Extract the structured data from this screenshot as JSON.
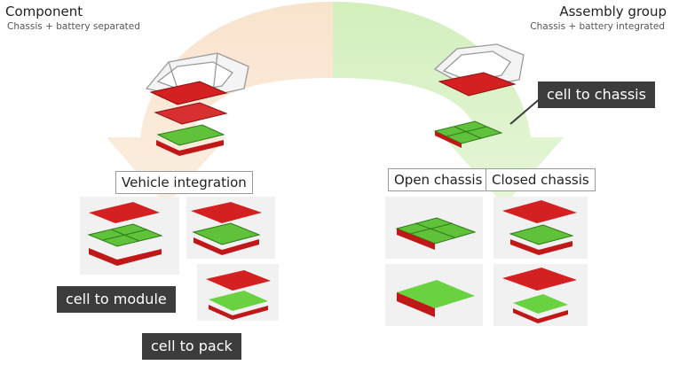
{
  "left_header": {
    "title": "Component",
    "subtitle": "Chassis + battery separated"
  },
  "right_header": {
    "title": "Assembly group",
    "subtitle": "Chassis + battery integrated"
  },
  "labels": {
    "vehicle_integration": "Vehicle integration",
    "open_chassis": "Open chassis",
    "closed_chassis": "Closed chassis"
  },
  "callouts": {
    "cell_to_chassis": "cell to chassis",
    "cell_to_module": "cell to module",
    "cell_to_pack": "cell to pack"
  },
  "colors": {
    "arrow_left": "#f8dcc0",
    "arrow_right": "#d6f0c0",
    "battery_red": "#d42020",
    "cell_green": "#5fc23a",
    "callout_bg": "#3c3c3c"
  }
}
